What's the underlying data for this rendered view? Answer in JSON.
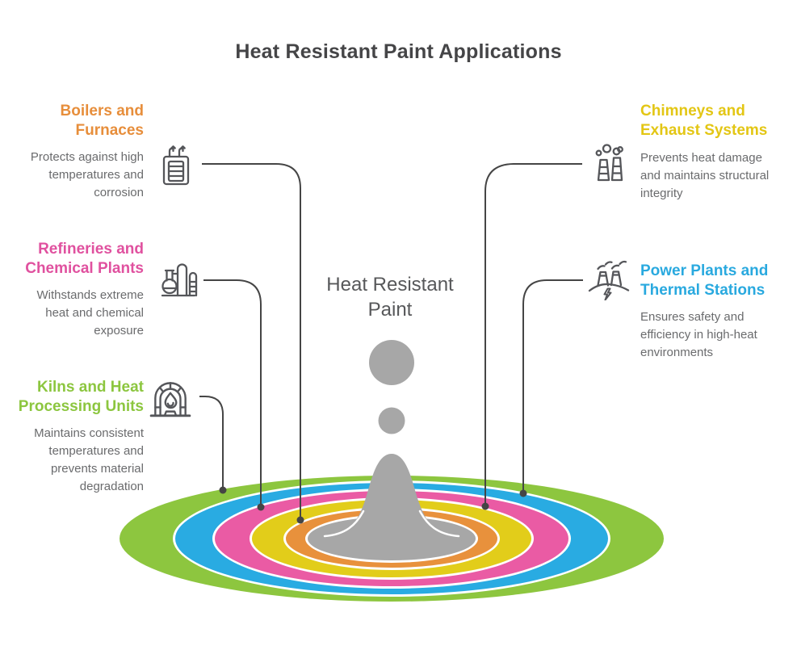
{
  "title": "Heat Resistant Paint Applications",
  "center": {
    "label": "Heat Resistant\nPaint"
  },
  "items": [
    {
      "id": "boilers",
      "heading": "Boilers and\nFurnaces",
      "description": "Protects against high\ntemperatures and\ncorrosion",
      "color": "#E78E3B",
      "icon": "boiler-icon",
      "side": "left"
    },
    {
      "id": "refineries",
      "heading": "Refineries and\nChemical Plants",
      "description": "Withstands extreme\nheat and chemical\nexposure",
      "color": "#E0519F",
      "icon": "refinery-icon",
      "side": "left"
    },
    {
      "id": "kilns",
      "heading": "Kilns and Heat\nProcessing Units",
      "description": "Maintains consistent\ntemperatures and\nprevents material\ndegradation",
      "color": "#8CC63F",
      "icon": "kiln-icon",
      "side": "left"
    },
    {
      "id": "chimneys",
      "heading": "Chimneys and\nExhaust Systems",
      "description": "Prevents heat damage\nand maintains structural\nintegrity",
      "color": "#E3C614",
      "icon": "chimney-icon",
      "side": "right"
    },
    {
      "id": "power-plants",
      "heading": "Power Plants and\nThermal Stations",
      "description": "Ensures safety and\nefficiency in high-heat\nenvironments",
      "color": "#29A9DF",
      "icon": "power-plant-icon",
      "side": "right"
    }
  ],
  "palette": {
    "ring_green": "#8DC63F",
    "ring_blue": "#29ABE2",
    "ring_pink": "#EA5BA4",
    "ring_yellow": "#E2CD1A",
    "ring_orange": "#E8913C",
    "gray": "#A7A7A7",
    "connector": "#454545",
    "title_text": "#454547",
    "body_text": "#6A6B6D",
    "center_text": "#57585A"
  }
}
